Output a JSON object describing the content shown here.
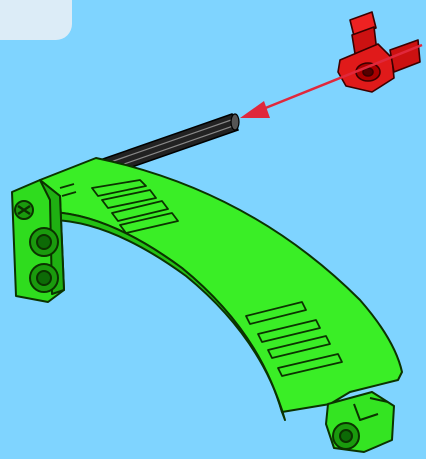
{
  "instruction": {
    "step_box": "",
    "parts": [
      {
        "name": "axle-connector",
        "color": "#dd1111"
      },
      {
        "name": "axle",
        "color": "#222222"
      },
      {
        "name": "curved-panel",
        "color": "#33ee22"
      }
    ],
    "arrow_color": "#e0283c",
    "background": "#7fd4ff"
  }
}
